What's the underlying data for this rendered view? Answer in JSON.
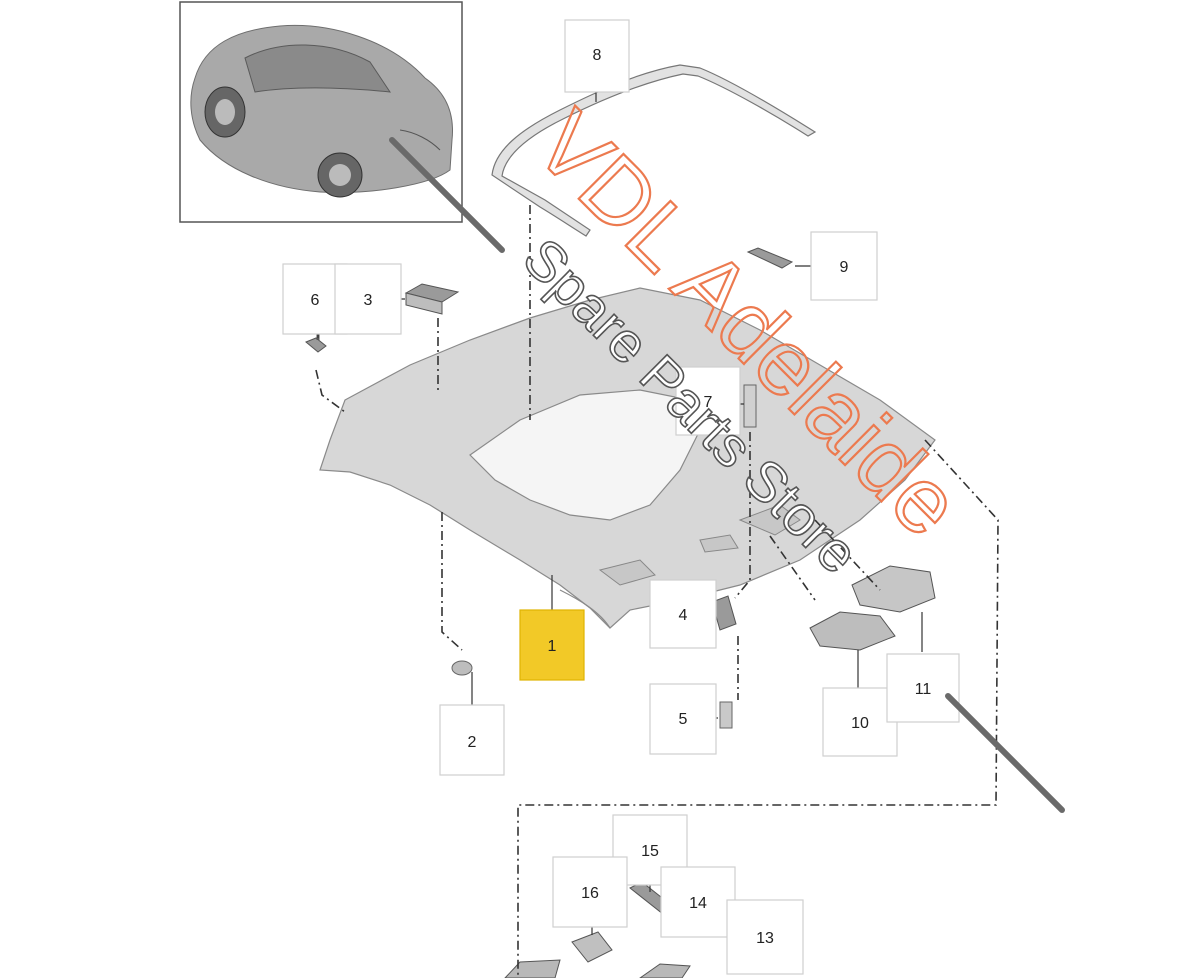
{
  "callouts": [
    {
      "id": "1",
      "label": "1",
      "highlighted": true
    },
    {
      "id": "2",
      "label": "2"
    },
    {
      "id": "3",
      "label": "3"
    },
    {
      "id": "4",
      "label": "4"
    },
    {
      "id": "5",
      "label": "5"
    },
    {
      "id": "6",
      "label": "6"
    },
    {
      "id": "7",
      "label": "7"
    },
    {
      "id": "8",
      "label": "8"
    },
    {
      "id": "9",
      "label": "9"
    },
    {
      "id": "10",
      "label": "10"
    },
    {
      "id": "11",
      "label": "11"
    },
    {
      "id": "13",
      "label": "13"
    },
    {
      "id": "14",
      "label": "14"
    },
    {
      "id": "15",
      "label": "15"
    },
    {
      "id": "16",
      "label": "16"
    }
  ],
  "watermark": {
    "line1": "VDL Adelaide",
    "line2": "Spare Parts Store",
    "color_primary": "#ec7a4f",
    "color_secondary": "#555555"
  },
  "colors": {
    "highlight": "#f2c927",
    "part_fill": "#d7d7d7",
    "line": "#333333"
  }
}
